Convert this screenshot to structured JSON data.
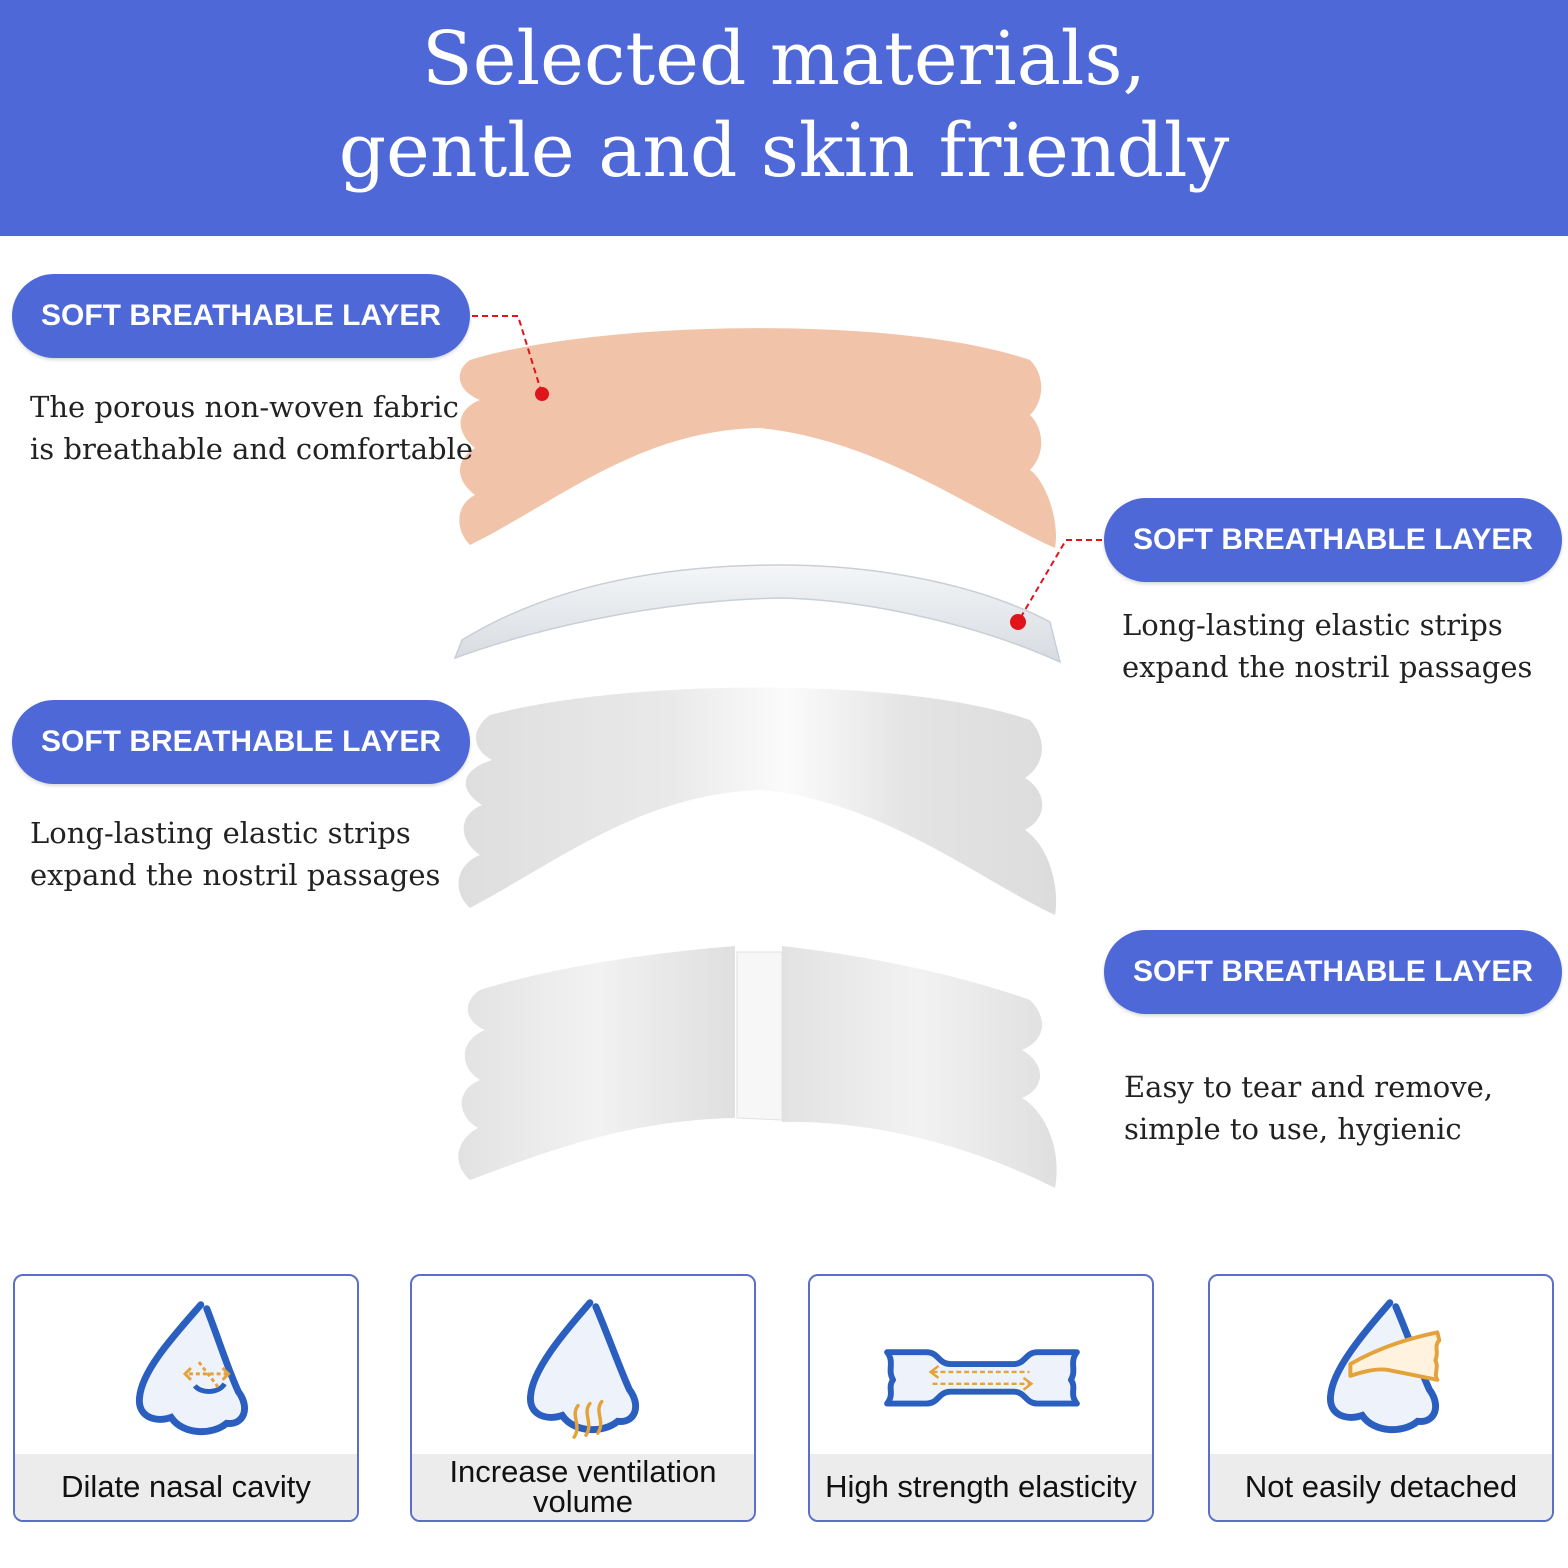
{
  "header": {
    "title_line1": "Selected materials,",
    "title_line2": "gentle and skin friendly"
  },
  "callouts": [
    {
      "badge": "SOFT BREATHABLE LAYER",
      "line1": "The porous non-woven fabric",
      "line2": "is breathable and comfortable"
    },
    {
      "badge": "SOFT BREATHABLE LAYER",
      "line1": "Long-lasting elastic strips",
      "line2": "expand the nostril passages"
    },
    {
      "badge": "SOFT BREATHABLE LAYER",
      "line1": "Long-lasting elastic strips",
      "line2": "expand the nostril passages"
    },
    {
      "badge": "SOFT BREATHABLE LAYER",
      "line1": "Easy to tear and remove,",
      "line2": "simple to use, hygienic"
    }
  ],
  "features": [
    {
      "label": "Dilate nasal cavity",
      "icon": "nose-dilate-icon"
    },
    {
      "label": "Increase ventilation volume",
      "icon": "nose-airflow-icon"
    },
    {
      "label": "High strength elasticity",
      "icon": "elastic-strip-icon"
    },
    {
      "label": "Not easily detached",
      "icon": "nose-strip-applied-icon"
    }
  ],
  "colors": {
    "brand_blue": "#4f68d8",
    "fabric": "#f2c3a8",
    "pointer_red": "#e0141b",
    "icon_blue": "#2a5fc0",
    "icon_orange": "#e3a23a"
  }
}
